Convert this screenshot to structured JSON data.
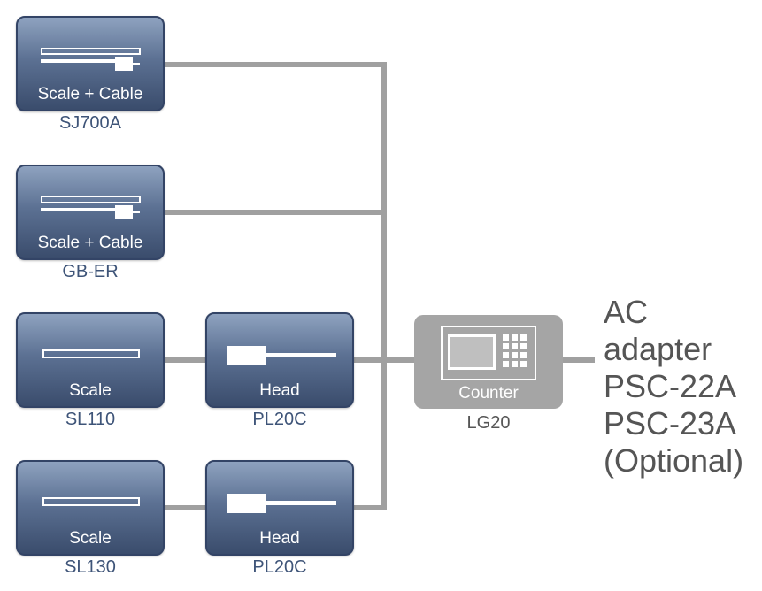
{
  "blocks": {
    "sj700a": {
      "label": "Scale + Cable",
      "caption": "SJ700A",
      "icon": "scale-cable-icon"
    },
    "gber": {
      "label": "Scale + Cable",
      "caption": "GB-ER",
      "icon": "scale-cable-icon"
    },
    "sl110": {
      "label": "Scale",
      "caption": "SL110",
      "icon": "scale-icon"
    },
    "pl20c_top": {
      "label": "Head",
      "caption": "PL20C",
      "icon": "head-icon"
    },
    "sl130": {
      "label": "Scale",
      "caption": "SL130",
      "icon": "scale-icon"
    },
    "pl20c_bottom": {
      "label": "Head",
      "caption": "PL20C",
      "icon": "head-icon"
    },
    "counter": {
      "label": "Counter",
      "caption": "LG20",
      "icon": "counter-display-icon"
    }
  },
  "adapter": {
    "lines": [
      "AC adapter",
      "PSC-22A",
      "PSC-23A",
      "(Optional)"
    ]
  },
  "colors": {
    "block_top": "#8ea2bf",
    "block_bottom": "#3a4c6c",
    "counter": "#a5a5a5",
    "wire": "#a0a0a0",
    "caption": "#3e5478"
  }
}
